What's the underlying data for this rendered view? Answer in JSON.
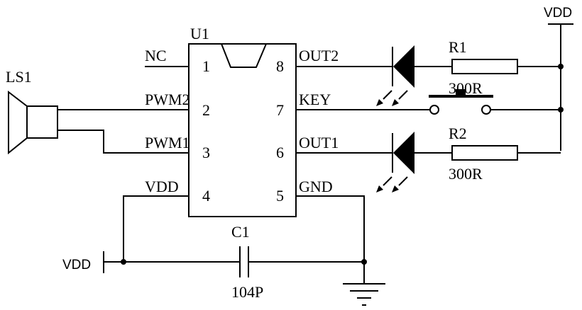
{
  "labels": {
    "vdd_top": "VDD",
    "vdd_left": "VDD",
    "speaker": "LS1",
    "chip": "U1",
    "cap": "C1",
    "cap_value": "104P",
    "r1": "R1",
    "r1_value": "300R",
    "r2": "R2",
    "r2_value": "300R"
  },
  "pins": [
    {
      "num": "1",
      "name": "NC"
    },
    {
      "num": "2",
      "name": "PWM2"
    },
    {
      "num": "3",
      "name": "PWM1"
    },
    {
      "num": "4",
      "name": "VDD"
    },
    {
      "num": "5",
      "name": "GND"
    },
    {
      "num": "6",
      "name": "OUT1"
    },
    {
      "num": "7",
      "name": "KEY"
    },
    {
      "num": "8",
      "name": "OUT2"
    }
  ]
}
